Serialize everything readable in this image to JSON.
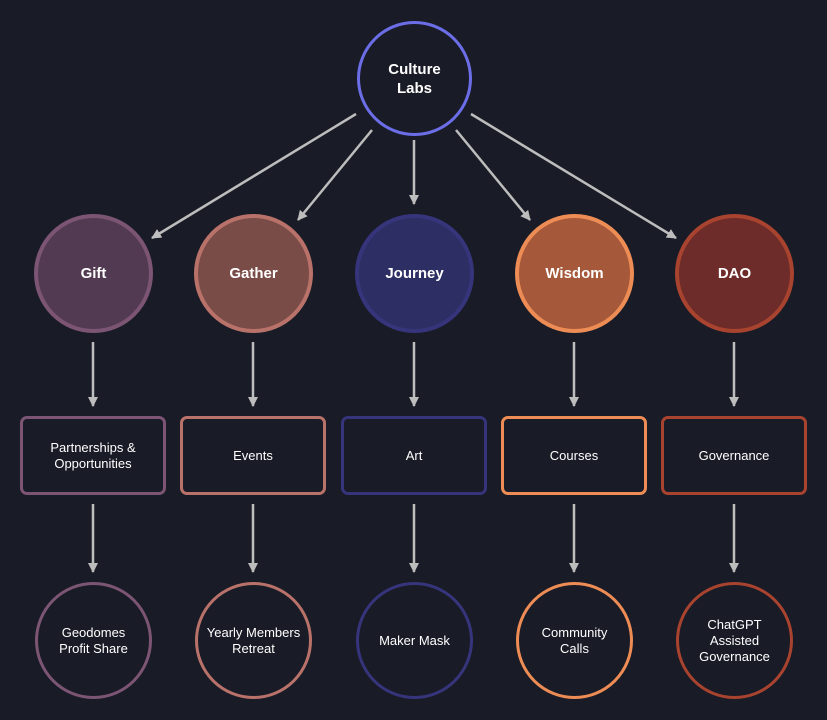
{
  "root": {
    "label": "Culture\nLabs",
    "color": "#6c6ee8"
  },
  "columns": [
    {
      "pillar": "Gift",
      "box": "Partnerships &\nOpportunities",
      "leaf": "Geodomes\nProfit Share",
      "border": "#7b5573",
      "fill": "#523a52"
    },
    {
      "pillar": "Gather",
      "box": "Events",
      "leaf": "Yearly Members\nRetreat",
      "border": "#b9726a",
      "fill": "#7a4c47"
    },
    {
      "pillar": "Journey",
      "box": "Art",
      "leaf": "Maker Mask",
      "border": "#36357c",
      "fill": "#2d2e63"
    },
    {
      "pillar": "Wisdom",
      "box": "Courses",
      "leaf": "Community\nCalls",
      "border": "#ed8d55",
      "fill": "#a5583a"
    },
    {
      "pillar": "DAO",
      "box": "Governance",
      "leaf": "ChatGPT\nAssisted\nGovernance",
      "border": "#a8432f",
      "fill": "#6d2c29"
    }
  ],
  "edge_color": "#bdbdbd"
}
